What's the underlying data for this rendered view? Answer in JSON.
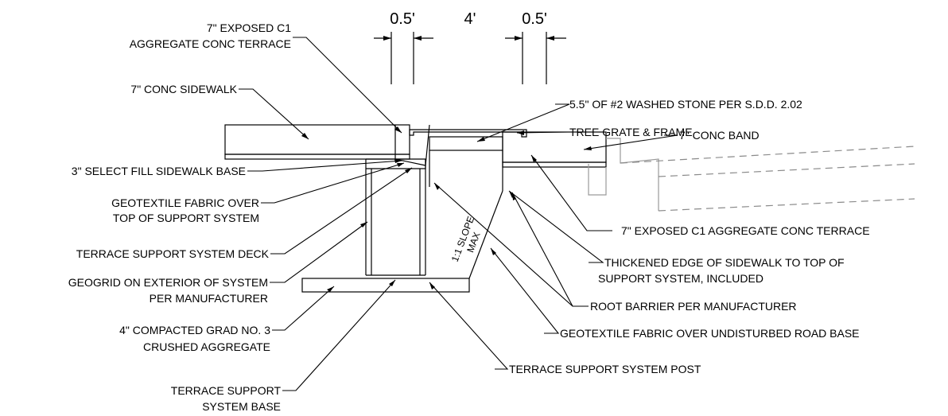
{
  "dimensions": {
    "left_gap": "0.5'",
    "width": "4'",
    "right_gap": "0.5'"
  },
  "labels": {
    "exposed_terrace_top_line1": "7\" EXPOSED C1",
    "exposed_terrace_top_line2": "AGGREGATE CONC TERRACE",
    "conc_sidewalk": "7\" CONC SIDEWALK",
    "washed_stone": "5.5\" OF #2 WASHED STONE PER S.D.D. 2.02",
    "tree_grate": "TREE GRATE & FRAME",
    "conc_band": "7\" CONC BAND",
    "select_fill": "3\" SELECT FILL SIDEWALK BASE",
    "geotextile_top_line1": "GEOTEXTILE FABRIC OVER",
    "geotextile_top_line2": "TOP OF SUPPORT SYSTEM",
    "exposed_terrace_right": "7\" EXPOSED C1 AGGREGATE CONC TERRACE",
    "support_deck": "TERRACE SUPPORT SYSTEM DECK",
    "thickened_edge_line1": "THICKENED EDGE OF SIDEWALK TO TOP OF",
    "thickened_edge_line2": "SUPPORT SYSTEM, INCLUDED",
    "geogrid_line1": "GEOGRID ON EXTERIOR OF SYSTEM",
    "geogrid_line2": "PER MANUFACTURER",
    "root_barrier": "ROOT BARRIER PER MANUFACTURER",
    "compacted_line1": "4\" COMPACTED GRAD NO. 3",
    "compacted_line2": "CRUSHED AGGREGATE",
    "geotextile_road": "GEOTEXTILE FABRIC OVER UNDISTURBED ROAD BASE",
    "support_post": "TERRACE SUPPORT SYSTEM POST",
    "support_base_line1": "TERRACE SUPPORT",
    "support_base_line2": "SYSTEM BASE",
    "slope_line1": "1:1 SLOPE",
    "slope_line2": "MAX"
  }
}
